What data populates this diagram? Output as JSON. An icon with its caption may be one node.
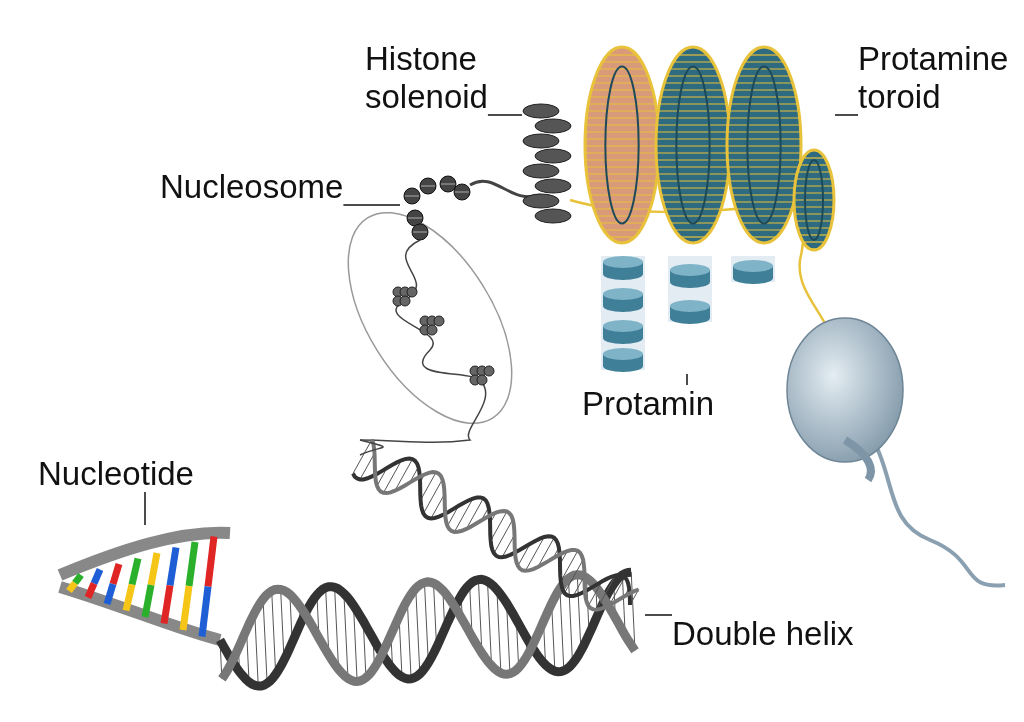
{
  "diagram": {
    "nodes": [
      {
        "text": [
          "Histone solenoid"
        ]
      },
      {
        "text": [
          "Protamine toroid"
        ]
      },
      {
        "text": [
          "Nucleosome"
        ]
      },
      {
        "text": [
          "Protamin"
        ]
      },
      {
        "text": [
          "Nucleotide"
        ]
      },
      {
        "text": [
          "Double helix"
        ]
      },
      {
        "text": [],
        "shape": "picture"
      },
      {
        "text": [],
        "shape": "picture"
      },
      {
        "text": [],
        "shape": "picture"
      },
      {
        "text": [],
        "shape": "picture"
      },
      {
        "text": [],
        "shape": "picture"
      },
      {
        "text": [],
        "shape": "picture"
      }
    ],
    "edges": [
      {
        "from": 0,
        "to": 6,
        "arrow": "none"
      },
      {
        "from": 1,
        "to": 7,
        "arrow": "none"
      },
      {
        "from": 2,
        "to": 8,
        "arrow": "none"
      },
      {
        "from": 3,
        "to": 9,
        "arrow": "none"
      },
      {
        "from": 4,
        "to": 10,
        "arrow": "none"
      },
      {
        "from": 5,
        "to": 11,
        "arrow": "none"
      }
    ]
  }
}
